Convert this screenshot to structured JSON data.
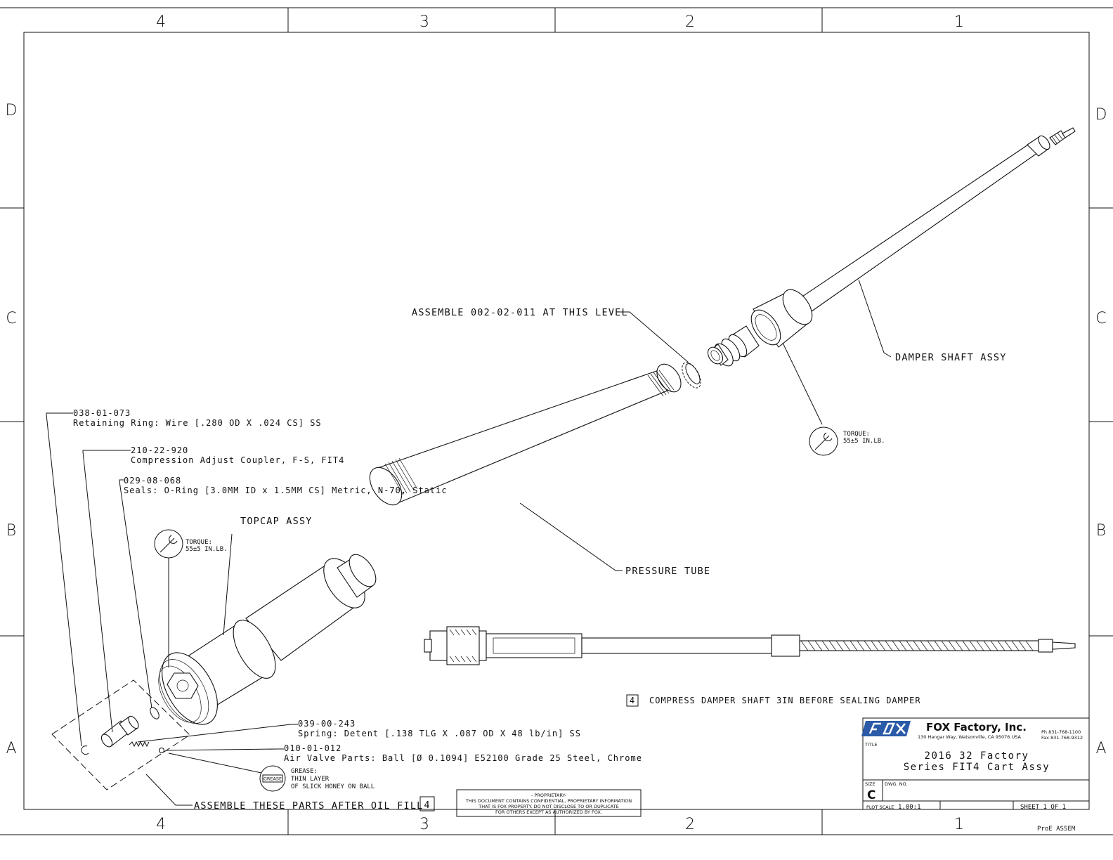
{
  "zones": {
    "columns": [
      "4",
      "3",
      "2",
      "1"
    ],
    "rows": [
      "D",
      "C",
      "B",
      "A"
    ]
  },
  "callouts": {
    "assemble_level": "ASSEMBLE 002-02-011 AT THIS LEVEL",
    "damper_shaft": "DAMPER SHAFT ASSY",
    "pressure_tube": "PRESSURE TUBE",
    "topcap": "TOPCAP ASSY",
    "torque_label": "TORQUE:",
    "torque_value": "55±5 IN.LB.",
    "ring_pn": "038-01-073",
    "ring_desc": "Retaining Ring: Wire [.280 OD X .024 CS] SS",
    "coupler_pn": "210-22-920",
    "coupler_desc": "Compression Adjust Coupler, F-S, FIT4",
    "oring_pn": "029-08-068",
    "oring_desc": "Seals: O-Ring [3.0MM ID x 1.5MM CS] Metric, N-70, Static",
    "spring_pn": "039-00-243",
    "spring_desc": "Spring: Detent [.138 TLG X .087 OD X 48 lb/in] SS",
    "ball_pn": "010-01-012",
    "ball_desc": "Air Valve Parts: Ball [Ø 0.1094] E52100 Grade 25 Steel, Chrome",
    "grease_icon": "GREASE",
    "grease_title": "GREASE:",
    "grease_line1": "THIN LAYER",
    "grease_line2": "OF SLICK HONEY ON BALL",
    "after_oil": "ASSEMBLE THESE PARTS AFTER OIL FILL",
    "flag_number": "4",
    "compress_note": "COMPRESS DAMPER SHAFT 3IN BEFORE SEALING DAMPER"
  },
  "proprietary": {
    "line1": "- PROPRIETARY-",
    "line2": "THIS DOCUMENT CONTAINS CONFIDENTIAL, PROPRIETARY INFORMATION",
    "line3": "THAT IS FOX PROPERTY.  DO NOT DISCLOSE TO OR DUPLICATE",
    "line4": "FOR OTHERS EXCEPT AS AUTHORIZED BY FOX."
  },
  "title_block": {
    "company": "FOX Factory, Inc.",
    "address": "130 Hangar Way, Watsonville, CA 95076 USA",
    "phone": "Ph 831-768-1100",
    "fax": "Fax 831-768-9312",
    "title_label": "TITLE",
    "title_line1": "2016 32 Factory",
    "title_line2": "Series FIT4 Cart Assy",
    "size_label": "SIZE",
    "size_value": "C",
    "dwg_label": "DWG. NO.",
    "plot_scale_label": "PLOT SCALE",
    "plot_scale_value": "1.00:1",
    "sheet": "SHEET 1 OF 1",
    "proe": "ProE ASSEM"
  },
  "colors": {
    "line": "#111111",
    "logo": "#2a5aa8"
  }
}
